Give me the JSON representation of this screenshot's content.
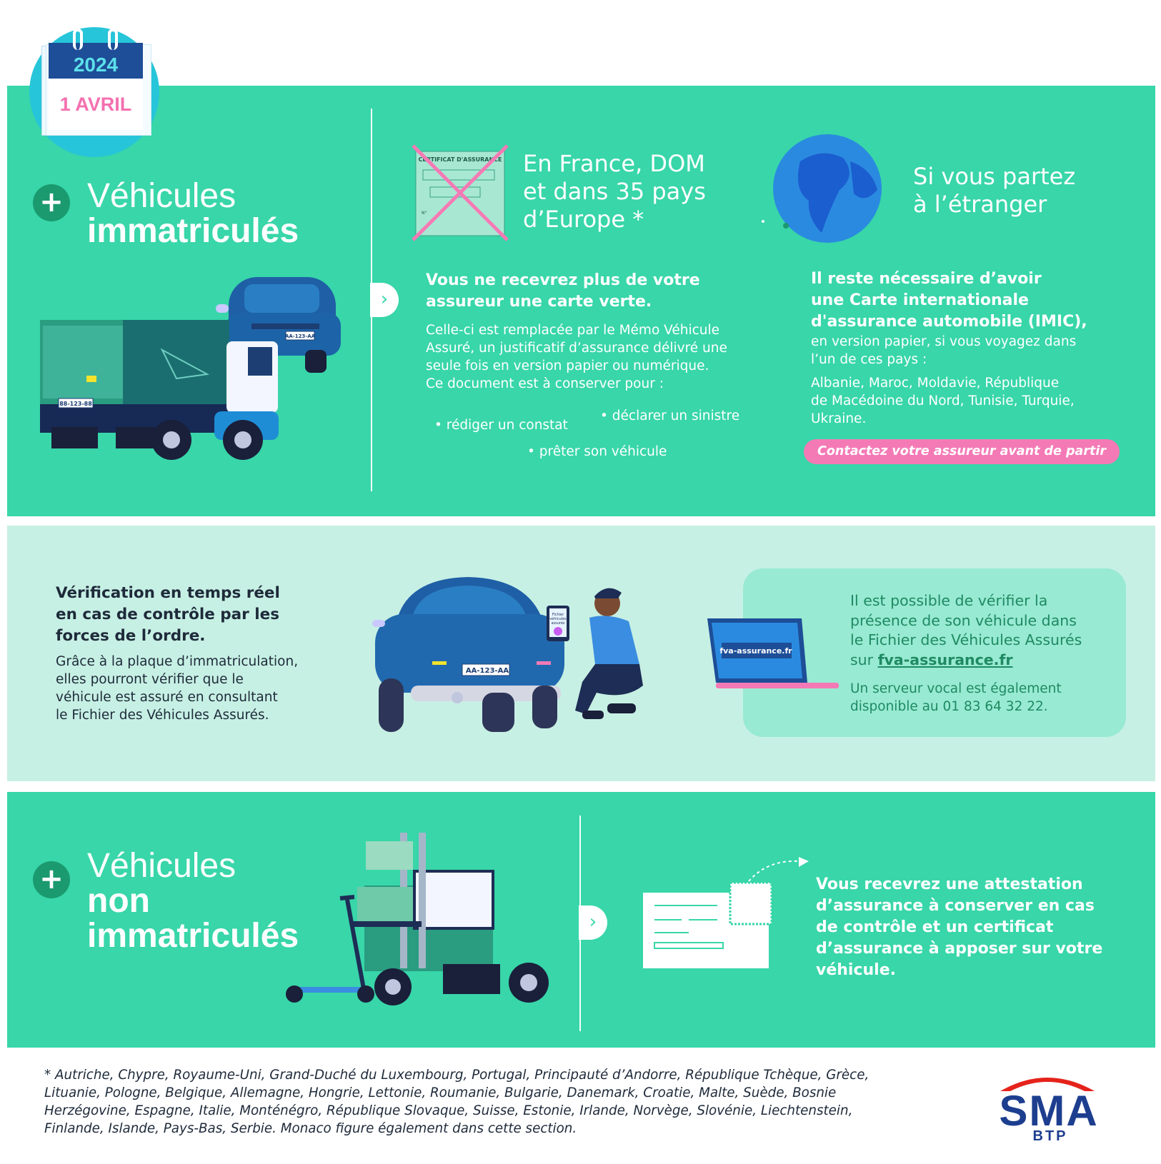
{
  "calendar": {
    "year": "2024",
    "date": "1 AVRIL"
  },
  "section1": {
    "title_light": "Véhicules",
    "title_bold": "immatriculés",
    "truck_plate": "88-123-88",
    "car_plate": "AA-123-AA",
    "card_label": "CERTIFICAT D'ASSURANCE",
    "card_number_label": "N°",
    "france_heading": [
      "En France, DOM",
      "et dans 35 pays",
      "d’Europe *"
    ],
    "france_bold": [
      "Vous ne recevrez plus de votre",
      "assureur une carte verte."
    ],
    "france_body": [
      "Celle-ci est remplacée par le Mémo Véhicule",
      "Assuré, un justificatif d’assurance délivré une",
      "seule fois en version papier ou numérique.",
      "Ce document est à conserver pour :"
    ],
    "bullets": [
      "• déclarer un sinistre",
      "• rédiger un constat",
      "• prêter son véhicule"
    ],
    "abroad_heading": [
      "Si vous partez",
      "à l’étranger"
    ],
    "abroad_bold": [
      "Il reste nécessaire d’avoir",
      "une Carte internationale",
      "d'assurance automobile (IMIC),"
    ],
    "abroad_body": [
      "en version papier, si vous voyagez dans",
      "l’un de ces pays :"
    ],
    "abroad_countries": [
      "Albanie, Maroc, Moldavie, République",
      "de Macédoine du Nord, Tunisie, Turquie,",
      "Ukraine."
    ],
    "abroad_cta": "Contactez votre assureur avant de partir"
  },
  "section2": {
    "bold": [
      "Vérification en temps réel",
      "en cas de contrôle par les",
      "forces de l’ordre."
    ],
    "body": [
      "Grâce à la plaque d’immatriculation,",
      "elles pourront vérifier que le",
      "véhicule est assuré en consultant",
      "le Fichier des Véhicules Assurés."
    ],
    "car_plate": "AA-123-AA",
    "tablet_text": [
      "Fichier",
      "véhicules",
      "assurés"
    ],
    "laptop_text": "fva-assurance.fr",
    "fva_lines": [
      "Il est possible de vérifier la",
      "présence de son véhicule dans",
      "le Fichier des Véhicules Assurés"
    ],
    "fva_prefix": "sur ",
    "fva_link": "fva-assurance.fr",
    "phone_lines": [
      "Un serveur vocal est également",
      "disponible au 01 83 64 32 22."
    ]
  },
  "section3": {
    "title_light": "Véhicules",
    "title_bold1": "non",
    "title_bold2": "immatriculés",
    "body": [
      "Vous recevrez une attestation",
      "d’assurance à conserver en cas",
      "de contrôle et un certificat",
      "d’assurance à apposer sur votre",
      "véhicule."
    ]
  },
  "footnote": [
    "* Autriche, Chypre, Royaume-Uni, Grand-Duché du Luxembourg, Portugal, Principauté d’Andorre, République Tchèque, Grèce,",
    "Lituanie, Pologne, Belgique, Allemagne, Hongrie, Lettonie, Roumanie, Bulgarie, Danemark, Croatie, Malte, Suède, Bosnie",
    "Herzégovine, Espagne, Italie, Monténégro, République Slovaque, Suisse, Estonie, Irlande, Norvège, Slovénie, Liechtenstein,",
    "Finlande, Islande, Pays-Bas, Serbie. Monaco figure également dans cette section."
  ],
  "logo": {
    "name": "SMA",
    "sub": "BTP"
  },
  "colors": {
    "panel_green": "#38d6a9",
    "panel_light": "#c7f0e4",
    "accent_pink": "#f47ab6",
    "navy": "#1d3e8f",
    "logo_red": "#e5231b"
  }
}
